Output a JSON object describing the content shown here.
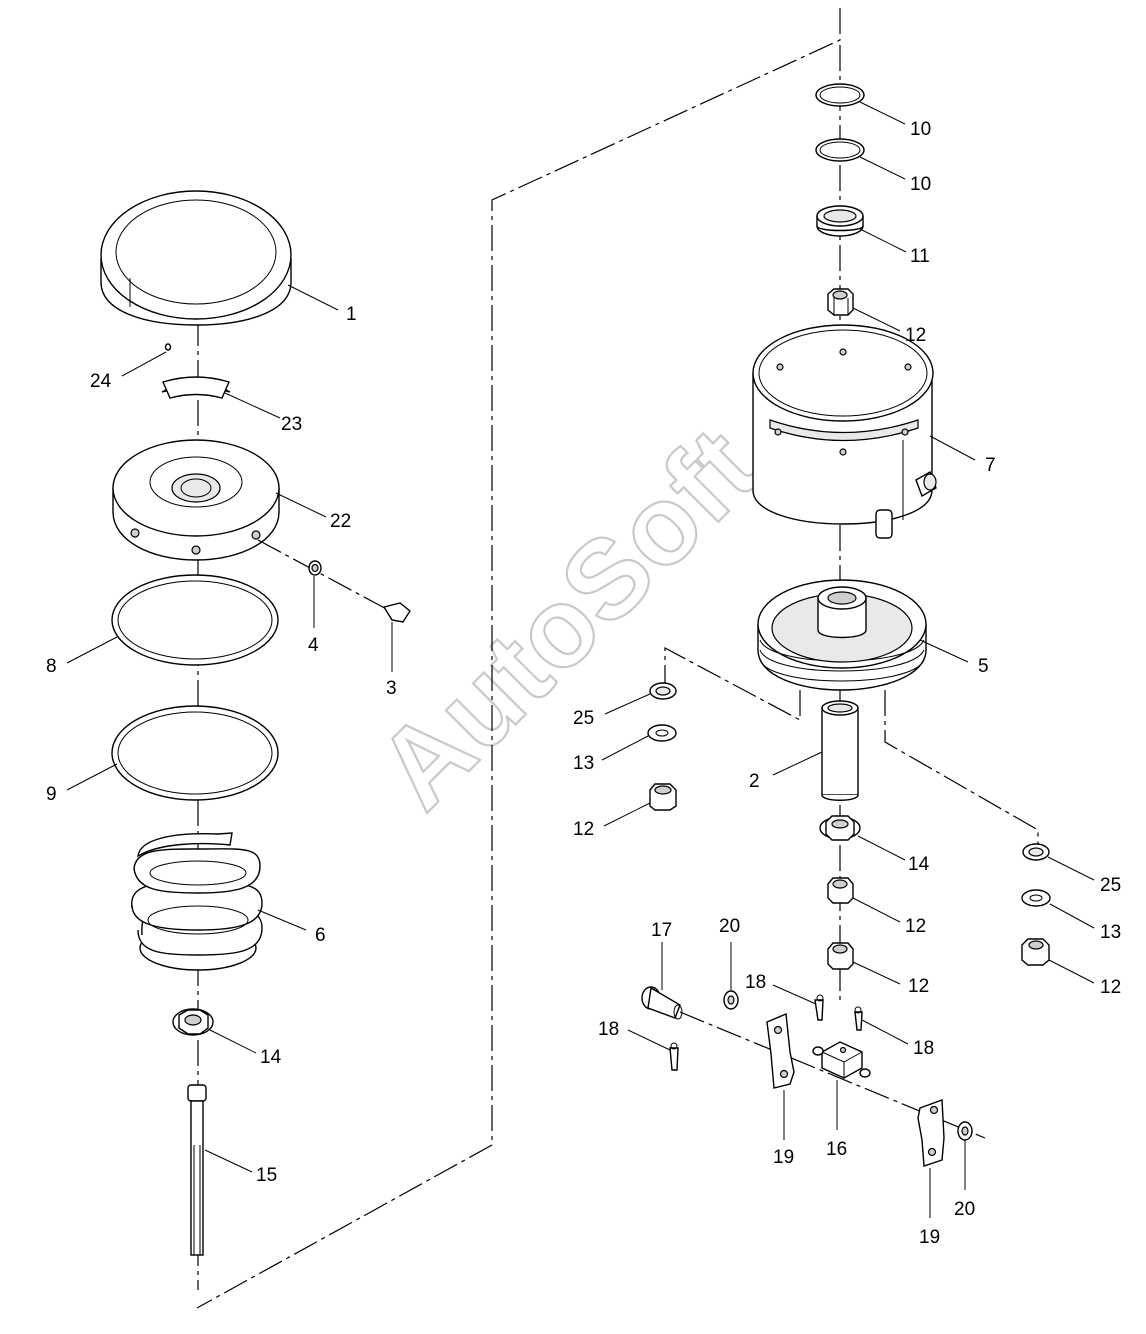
{
  "watermark": "AutoSoft",
  "callouts": [
    {
      "id": "c1",
      "text": "1"
    },
    {
      "id": "c24",
      "text": "24"
    },
    {
      "id": "c23",
      "text": "23"
    },
    {
      "id": "c22",
      "text": "22"
    },
    {
      "id": "c4",
      "text": "4"
    },
    {
      "id": "c3",
      "text": "3"
    },
    {
      "id": "c8",
      "text": "8"
    },
    {
      "id": "c9",
      "text": "9"
    },
    {
      "id": "c6",
      "text": "6"
    },
    {
      "id": "c14a",
      "text": "14"
    },
    {
      "id": "c15",
      "text": "15"
    },
    {
      "id": "c10a",
      "text": "10"
    },
    {
      "id": "c10b",
      "text": "10"
    },
    {
      "id": "c11",
      "text": "11"
    },
    {
      "id": "c12a",
      "text": "12"
    },
    {
      "id": "c7",
      "text": "7"
    },
    {
      "id": "c5",
      "text": "5"
    },
    {
      "id": "c25a",
      "text": "25"
    },
    {
      "id": "c13a",
      "text": "13"
    },
    {
      "id": "c12b",
      "text": "12"
    },
    {
      "id": "c2",
      "text": "2"
    },
    {
      "id": "c14b",
      "text": "14"
    },
    {
      "id": "c12c",
      "text": "12"
    },
    {
      "id": "c12d",
      "text": "12"
    },
    {
      "id": "c25b",
      "text": "25"
    },
    {
      "id": "c13b",
      "text": "13"
    },
    {
      "id": "c12e",
      "text": "12"
    },
    {
      "id": "c17",
      "text": "17"
    },
    {
      "id": "c20a",
      "text": "20"
    },
    {
      "id": "c18a",
      "text": "18"
    },
    {
      "id": "c18b",
      "text": "18"
    },
    {
      "id": "c18c",
      "text": "18"
    },
    {
      "id": "c19a",
      "text": "19"
    },
    {
      "id": "c16",
      "text": "16"
    },
    {
      "id": "c20b",
      "text": "20"
    },
    {
      "id": "c19b",
      "text": "19"
    }
  ]
}
